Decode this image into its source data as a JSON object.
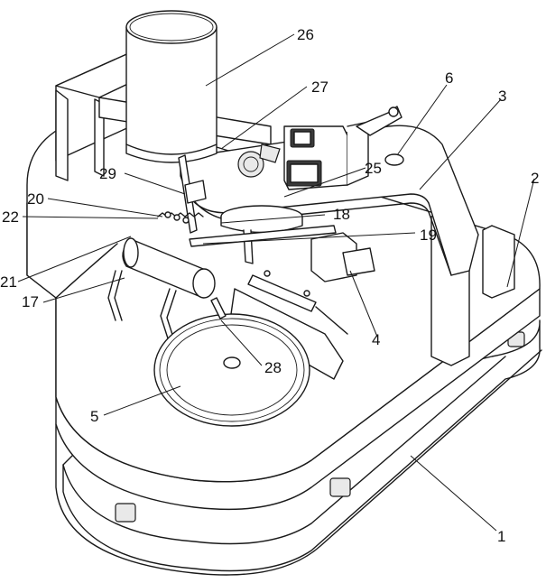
{
  "labels": {
    "l1": "1",
    "l2": "2",
    "l3": "3",
    "l4": "4",
    "l5": "5",
    "l6": "6",
    "l17": "17",
    "l18": "18",
    "l19": "19",
    "l20": "20",
    "l21": "21",
    "l22": "22",
    "l25": "25",
    "l26": "26",
    "l27": "27",
    "l28": "28",
    "l29": "29"
  }
}
